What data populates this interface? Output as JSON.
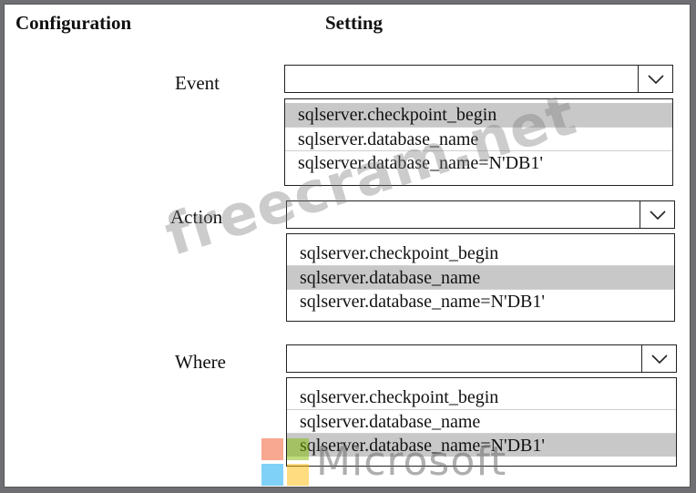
{
  "headers": {
    "configuration": "Configuration",
    "setting": "Setting"
  },
  "rows": [
    {
      "label": "Event",
      "value": "",
      "options": [
        "sqlserver.checkpoint_begin",
        "sqlserver.database_name",
        "sqlserver.database_name=N'DB1'"
      ],
      "selected_index": 0
    },
    {
      "label": "Action",
      "value": "",
      "options": [
        "sqlserver.checkpoint_begin",
        "sqlserver.database_name",
        "sqlserver.database_name=N'DB1'"
      ],
      "selected_index": 1
    },
    {
      "label": "Where",
      "value": "",
      "options": [
        "sqlserver.checkpoint_begin",
        "sqlserver.database_name",
        "sqlserver.database_name=N'DB1'"
      ],
      "selected_index": 2
    }
  ],
  "watermark": {
    "site": "freecram.net",
    "brand": "Microsoft"
  },
  "colors": {
    "selected_option": "#c8c8c8",
    "border": "#222222",
    "ms_red": "#f25022",
    "ms_green": "#7fba00",
    "ms_blue": "#00a4ef",
    "ms_yellow": "#ffb900"
  }
}
